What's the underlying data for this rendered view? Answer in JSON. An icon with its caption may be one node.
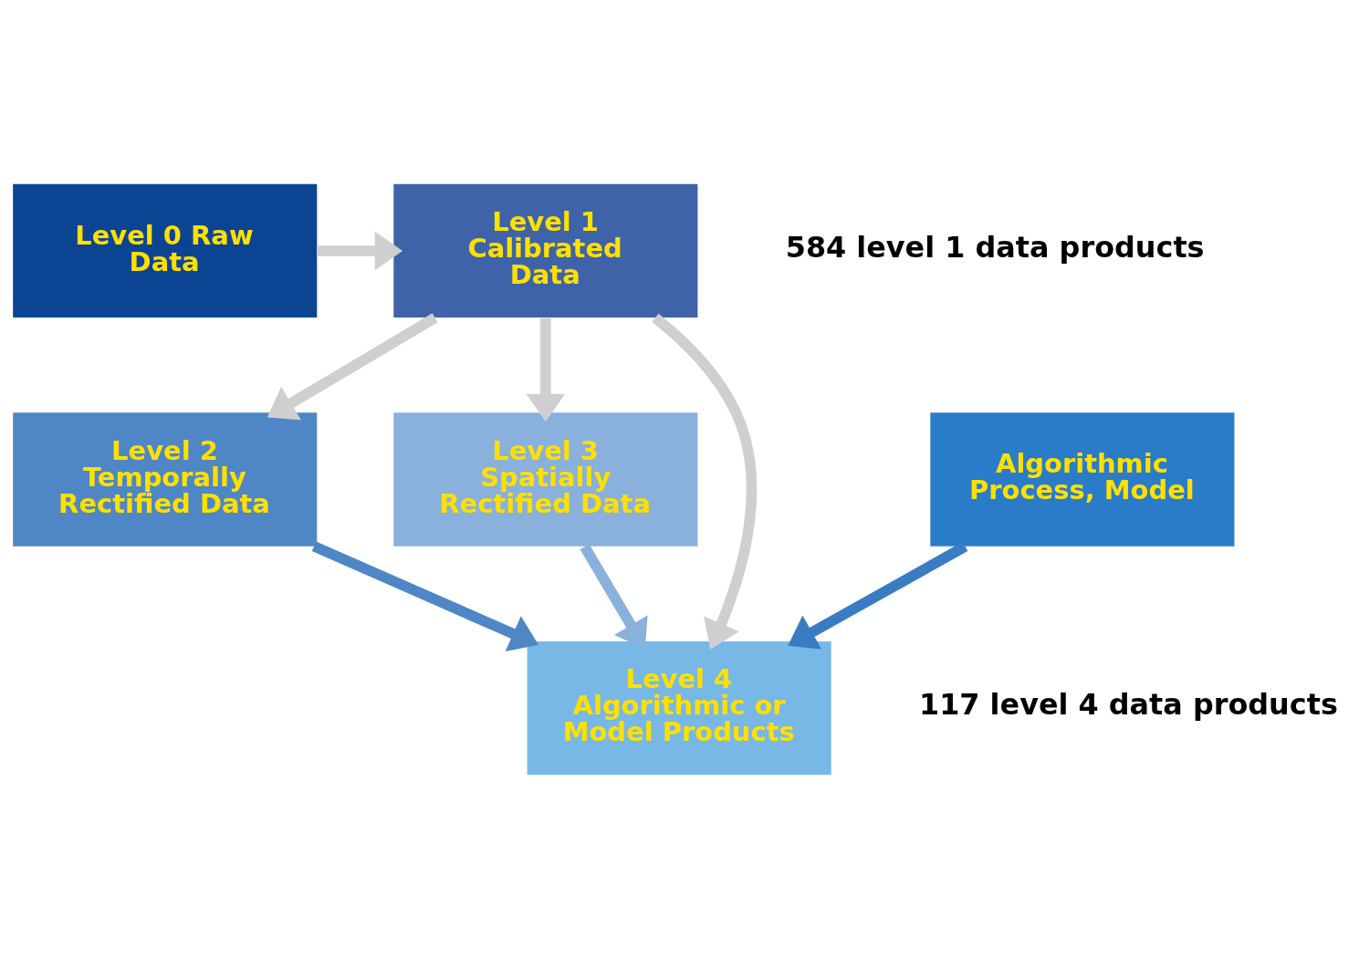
{
  "diagram": {
    "nodes": [
      {
        "text": [
          "Level 0 Raw Data"
        ]
      },
      {
        "text": [
          "Level 1 Calibrated Data"
        ]
      },
      {
        "text": [
          "Level 2 Temporally Rectified Data"
        ]
      },
      {
        "text": [
          "Level 3 Spatially Rectified Data"
        ]
      },
      {
        "text": [
          "Algorithmic Process, Model"
        ]
      },
      {
        "text": [
          "Level 4 Algorithmic or Model Products"
        ]
      }
    ],
    "edges": [
      {
        "from": 0,
        "to": 1,
        "arrow": "to"
      },
      {
        "from": 1,
        "to": 2,
        "arrow": "to"
      },
      {
        "from": 1,
        "to": 3,
        "arrow": "to"
      },
      {
        "from": 1,
        "to": 5,
        "arrow": "to"
      },
      {
        "from": 2,
        "to": 5,
        "arrow": "to",
        "color": "#4f86c6"
      },
      {
        "from": 3,
        "to": 5,
        "arrow": "to",
        "color": "#8ab0dc"
      },
      {
        "from": 4,
        "to": 5,
        "arrow": "to",
        "color": "#3a7cc4"
      }
    ],
    "labels": [
      "584 level 1 data products",
      "117 level 4 data products"
    ]
  }
}
